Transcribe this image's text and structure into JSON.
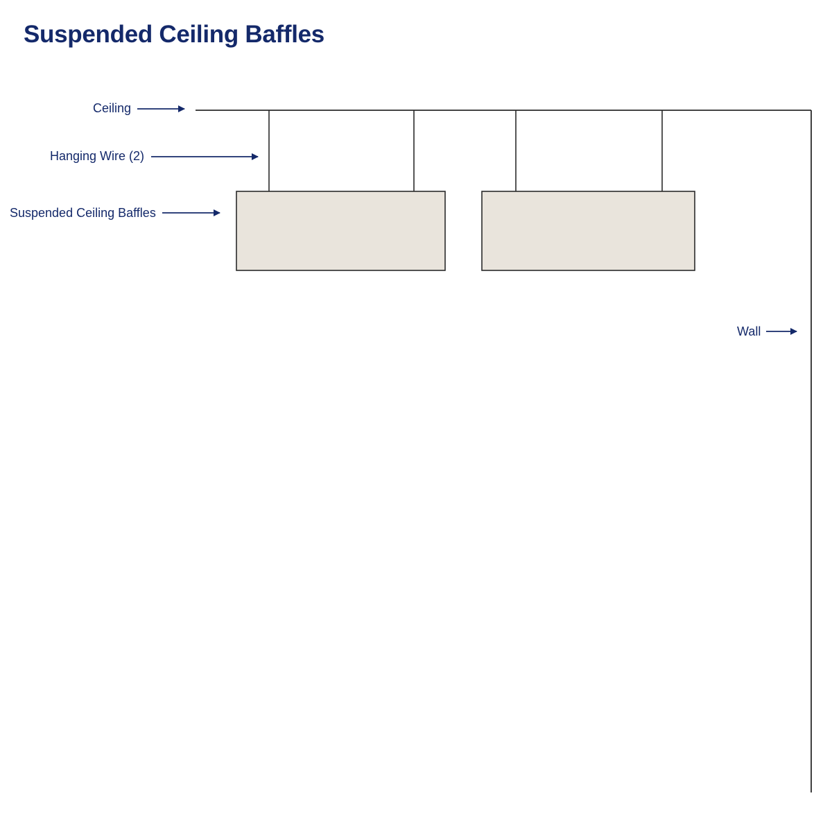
{
  "title": "Suspended Ceiling Baffles",
  "labels": {
    "ceiling": "Ceiling",
    "hanging_wire": "Hanging Wire (2)",
    "baffles": "Suspended Ceiling Baffles",
    "wall": "Wall"
  },
  "colors": {
    "text": "#14296a",
    "line": "#2a2a2a",
    "baffle_fill": "#e9e4dc"
  }
}
